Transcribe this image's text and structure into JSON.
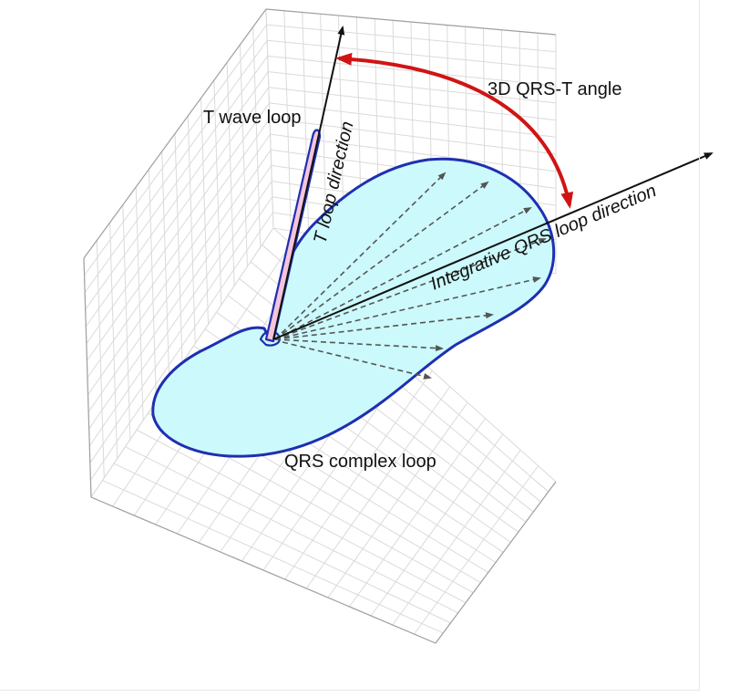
{
  "labels": {
    "t_wave_loop": "T wave loop",
    "t_loop_direction": "T loop direction",
    "qrs_t_angle": "3D QRS-T angle",
    "integrative_qrs_direction": "Integrative QRS loop direction",
    "qrs_complex_loop": "QRS complex loop"
  },
  "colors": {
    "qrs_fill": "#ccf9fb",
    "qrs_outline": "#1f2fb0",
    "t_fill": "#f4c4dc",
    "angle_arrow": "#d01414",
    "arrows": "#111111",
    "dashed_vectors": "#555555",
    "grid": "#d8d8d8",
    "axis": "#9a9a9a"
  },
  "icons": {
    "t_direction_arrow": "arrow-up-right-icon",
    "qrs_direction_arrow": "arrow-right-icon",
    "angle_arc": "double-headed-curved-arrow-icon"
  }
}
